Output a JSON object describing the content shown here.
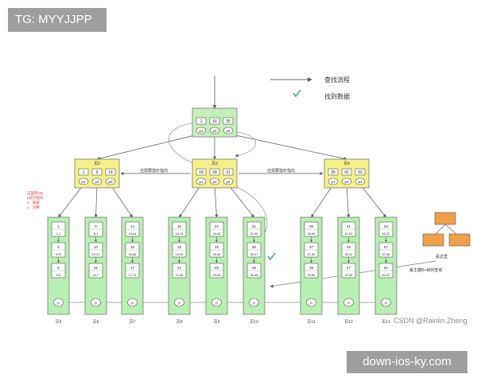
{
  "badges": {
    "top_left": "TG: MYYJJPP",
    "bottom_right": "down-ios-ky.com"
  },
  "credit": "CSDN @Rainlin.Zheng",
  "legend": {
    "search_flow": "查找流程",
    "found": "找到数据"
  },
  "colors": {
    "leaf_green": "#b8efb2",
    "inner_yellow": "#f6f08a",
    "root_green": "#c4efb9",
    "side_orange": "#f0a048",
    "red_note": "#d23c3c"
  },
  "root": {
    "page": "",
    "keys": [
      "1",
      "16",
      "35"
    ],
    "ptrs": [
      "p1",
      "p2",
      "p3"
    ]
  },
  "inner": [
    {
      "page": "页2",
      "keys": [
        "1",
        "9",
        "14"
      ],
      "ptrs": [
        "p1",
        "p2",
        "p3"
      ]
    },
    {
      "page": "页3",
      "keys": [
        "18",
        "24",
        "31"
      ],
      "ptrs": [
        "p1",
        "p2",
        "p3"
      ]
    },
    {
      "page": "页4",
      "keys": [
        "35",
        "41",
        "52"
      ],
      "ptrs": [
        "p1",
        "p2",
        "p3"
      ]
    }
  ],
  "leaves": [
    {
      "page": "页5",
      "rows": [
        {
          "k": "1",
          "v": "1-1"
        },
        {
          "k": "5",
          "v": "5-20"
        },
        {
          "k": "5",
          "v": "5-5"
        }
      ]
    },
    {
      "page": "页6",
      "rows": [
        {
          "k": "8",
          "v": "8-1"
        },
        {
          "k": "10",
          "v": "10-23"
        },
        {
          "k": "11",
          "v": "11-7"
        }
      ]
    },
    {
      "page": "页7",
      "rows": [
        {
          "k": "14",
          "v": "14-44"
        },
        {
          "k": "16",
          "v": "16-66"
        },
        {
          "k": "17",
          "v": "17-76"
        }
      ]
    },
    {
      "page": "页8",
      "rows": [
        {
          "k": "18",
          "v": "18-78"
        },
        {
          "k": "19",
          "v": "19-99"
        },
        {
          "k": "22",
          "v": "22-98"
        }
      ]
    },
    {
      "page": "页9",
      "rows": [
        {
          "k": "24",
          "v": "24-83"
        },
        {
          "k": "25",
          "v": "25-48"
        },
        {
          "k": "29",
          "v": "29-65"
        }
      ]
    },
    {
      "page": "页10",
      "rows": [
        {
          "k": "31",
          "v": "31-95"
        },
        {
          "k": "35",
          "v": "35-47"
        },
        {
          "k": "36",
          "v": "36-48"
        }
      ]
    },
    {
      "page": "页11",
      "rows": [
        {
          "k": "35",
          "v": "35-65"
        },
        {
          "k": "37",
          "v": "37-30"
        },
        {
          "k": "39",
          "v": "39-56"
        }
      ]
    },
    {
      "page": "页12",
      "rows": [
        {
          "k": "41",
          "v": "41-52"
        },
        {
          "k": "45",
          "v": "45-32"
        },
        {
          "k": "47",
          "v": "47-54"
        }
      ]
    },
    {
      "page": "页13",
      "rows": [
        {
          "k": "53",
          "v": "53-22"
        },
        {
          "k": "57",
          "v": "57-56"
        },
        {
          "k": "61",
          "v": "61-57"
        }
      ]
    }
  ],
  "leaf_pointer": "p",
  "labels": {
    "left_arrow": "还需要指针指向",
    "right_arrow": "还需要指针指向",
    "red_note": [
      "这里的key",
      "p表示指向",
      "u：链接",
      "y：注释"
    ],
    "side_note_1": "看这里",
    "side_note_2": "最主键B+树的查询"
  }
}
